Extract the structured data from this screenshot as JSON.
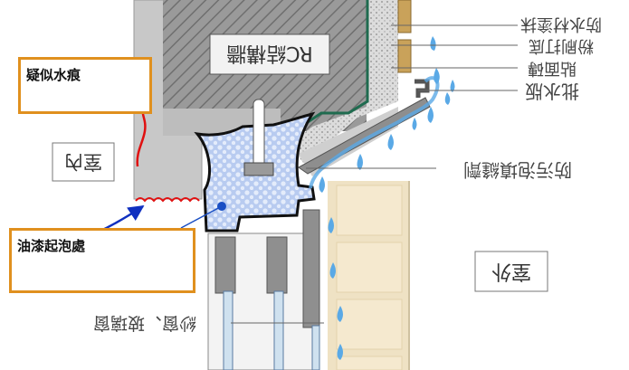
{
  "labels": {
    "rc_structure": "RC結構牆",
    "indoor": "室內",
    "outdoor": "室外",
    "waterproof_coating": "防水材塗抹",
    "plaster_base": "粉刷打底",
    "facing_brick": "貼面磚",
    "drip_flashing": "批水版",
    "sealant_fill": "防污泡填縫劑",
    "window_glass": "紗窗、玻璃窗"
  },
  "callouts": {
    "water_stain": "疑似水痕",
    "paint_blister": "油漆起泡處"
  },
  "colors": {
    "callout_border": "#e0901e",
    "arrow": "#1030c0",
    "stain": "#e01010",
    "water": "#5aa9e6",
    "frame_fill": "#b8cbf0",
    "flashing_green": "#1f6b4f"
  }
}
